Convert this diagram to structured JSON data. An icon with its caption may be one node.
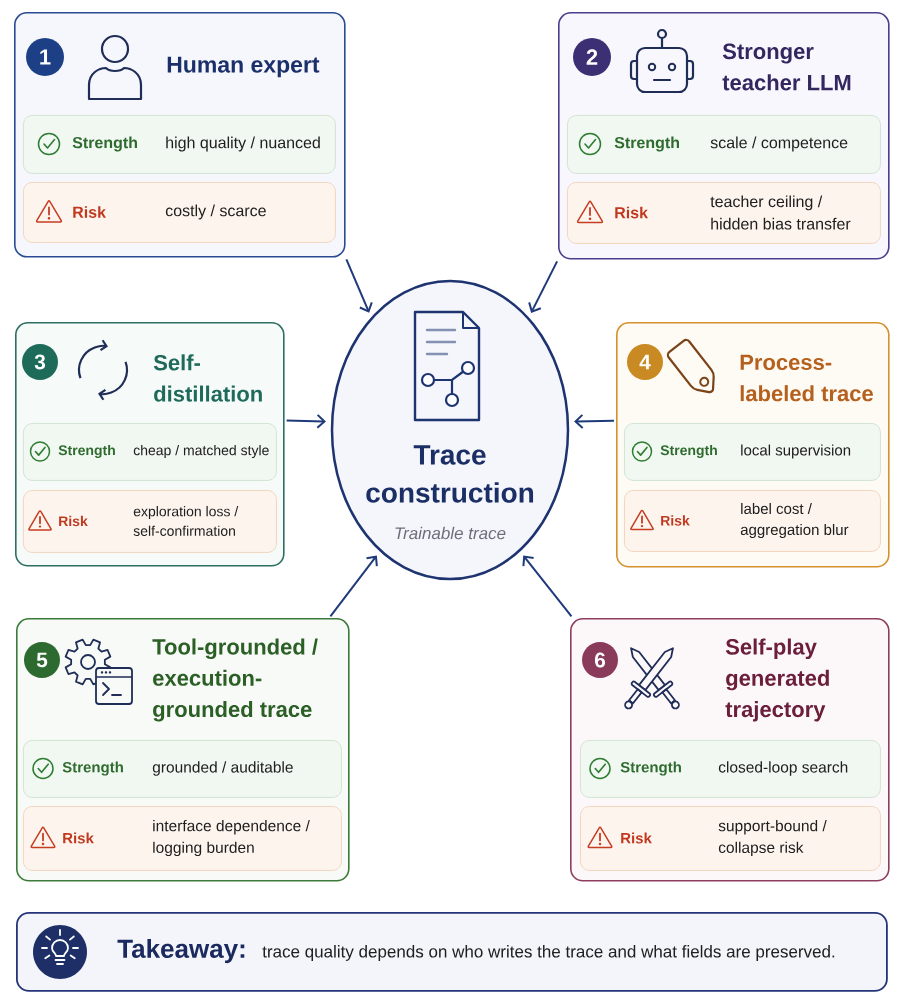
{
  "diagram": {
    "nodes": [
      {
        "text": [
          "Human expert"
        ]
      },
      {
        "text": [
          "1"
        ],
        "in": 0
      },
      {
        "text": [
          "Strength",
          "high quality / nuanced"
        ],
        "in": 0
      },
      {
        "text": [
          "Risk",
          "costly / scarce"
        ],
        "in": 0
      },
      {
        "text": [
          "Stronger teacher LLM"
        ]
      },
      {
        "text": [
          "2"
        ],
        "in": 4
      },
      {
        "text": [
          "Strength",
          "scale / competence"
        ],
        "in": 4
      },
      {
        "text": [
          "Risk",
          "teacher ceiling / hidden bias transfer"
        ],
        "in": 4
      },
      {
        "text": [
          "Self-distillation"
        ]
      },
      {
        "text": [
          "3"
        ],
        "in": 8
      },
      {
        "text": [
          "Strength",
          "cheap / matched style"
        ],
        "in": 8
      },
      {
        "text": [
          "Risk",
          "exploration loss / self-confirmation"
        ],
        "in": 8
      },
      {
        "text": [
          "Trace construction",
          "Trainable trace"
        ]
      },
      {
        "text": [
          "Process-labeled trace"
        ]
      },
      {
        "text": [
          "4"
        ],
        "in": 13
      },
      {
        "text": [
          "Strength",
          "local supervision"
        ],
        "in": 13
      },
      {
        "text": [
          "Risk",
          "label cost / aggregation blur"
        ],
        "in": 13
      },
      {
        "text": [
          "Tool-grounded / execution-grounded trace"
        ]
      },
      {
        "text": [
          "5"
        ],
        "in": 17
      },
      {
        "text": [
          "Strength",
          "grounded / auditable"
        ],
        "in": 17
      },
      {
        "text": [
          "Risk",
          "interface dependence / logging burden"
        ],
        "in": 17
      },
      {
        "text": [
          "Self-play generated trajectory"
        ]
      },
      {
        "text": [
          "6"
        ],
        "in": 21
      },
      {
        "text": [
          "Strength",
          "closed-loop search"
        ],
        "in": 21
      },
      {
        "text": [
          "Risk",
          "support-bound / collapse risk"
        ],
        "in": 21
      },
      {
        "text": [
          "Takeaway:",
          "trace quality depends on who writes the trace and what fields are preserved."
        ]
      }
    ],
    "edges": [
      {
        "from": 0,
        "to": 12,
        "arrow": "to"
      },
      {
        "from": 4,
        "to": 12,
        "arrow": "to"
      },
      {
        "from": 8,
        "to": 12,
        "arrow": "to"
      },
      {
        "from": 13,
        "to": 12,
        "arrow": "to"
      },
      {
        "from": 17,
        "to": 12,
        "arrow": "to"
      },
      {
        "from": 21,
        "to": 12,
        "arrow": "to"
      }
    ]
  }
}
